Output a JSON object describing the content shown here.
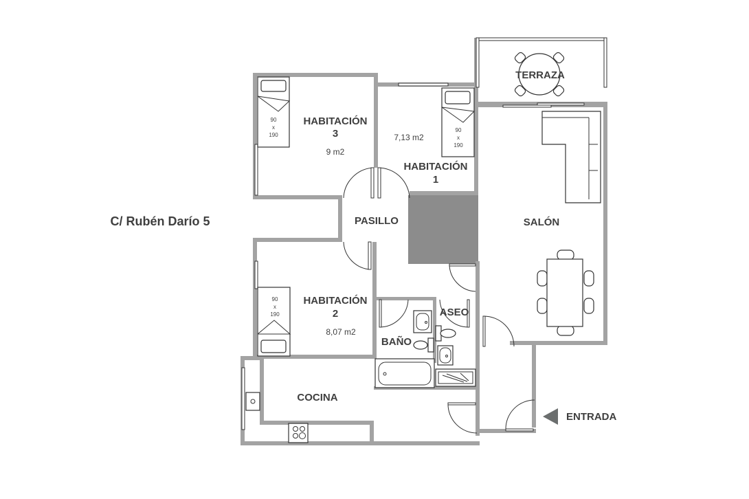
{
  "plan": {
    "address": "C/ Rubén Darío 5",
    "colors": {
      "wall": "#a3a3a3",
      "shaft": "#8c8c8c",
      "text": "#3f3f3f",
      "arrow": "#6b6e6e"
    },
    "rooms": {
      "terraza": {
        "name": "TERRAZA"
      },
      "habitacion3": {
        "name": "HABITACIÓN",
        "number": "3",
        "area": "9 m2",
        "bed": {
          "w": "90",
          "x": "x",
          "l": "190"
        }
      },
      "habitacion1": {
        "name": "HABITACIÓN",
        "number": "1",
        "area": "7,13 m2",
        "bed": {
          "w": "90",
          "x": "x",
          "l": "190"
        }
      },
      "pasillo": {
        "name": "PASILLO"
      },
      "salon": {
        "name": "SALÓN"
      },
      "habitacion2": {
        "name": "HABITACIÓN",
        "number": "2",
        "area": "8,07 m2",
        "bed": {
          "w": "90",
          "x": "x",
          "l": "190"
        }
      },
      "aseo": {
        "name": "ASEO"
      },
      "bano": {
        "name": "BAÑO"
      },
      "cocina": {
        "name": "COCINA"
      }
    },
    "entrance": {
      "label": "ENTRADA",
      "icon": "arrow-left-triangle-icon"
    }
  }
}
